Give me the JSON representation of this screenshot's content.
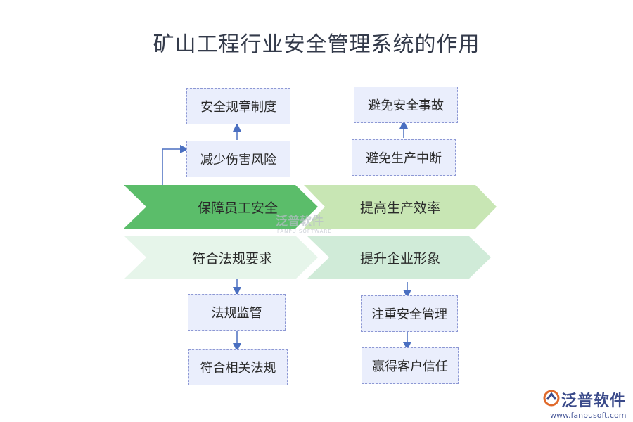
{
  "title": "矿山工程行业安全管理系统的作用",
  "chevrons": {
    "top_left": "保障员工安全",
    "top_right": "提高生产效率",
    "bottom_left": "符合法规要求",
    "bottom_right": "提升企业形象"
  },
  "boxes": {
    "top_left_upper": "安全规章制度",
    "top_left_lower": "减少伤害风险",
    "top_right_upper": "避免安全事故",
    "top_right_lower": "避免生产中断",
    "bottom_left_upper": "法规监管",
    "bottom_left_lower": "符合相关法规",
    "bottom_right_upper": "注重安全管理",
    "bottom_right_lower": "赢得客户信任"
  },
  "colors": {
    "chevron_dark_green": "#5bbd6a",
    "chevron_light_green": "#c8e6b4",
    "chevron_pale_green": "#e6f5ea",
    "chevron_mint": "#d0ebd8",
    "box_fill": "#eaeefc",
    "box_border": "#8d98d4",
    "arrow": "#4a6fc1"
  },
  "watermark": {
    "name": "泛普软件",
    "sub": "FANPU SOFTWARE"
  },
  "logo": {
    "name": "泛普软件",
    "url": "www.fanpusoft.com"
  }
}
